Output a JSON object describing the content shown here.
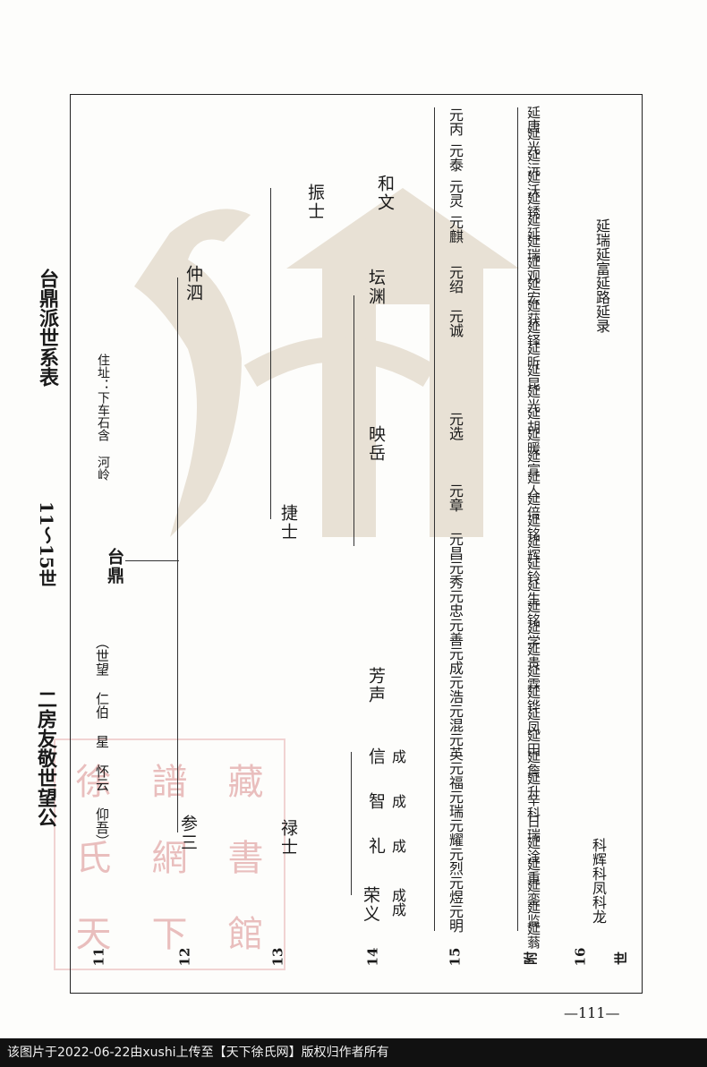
{
  "header": {
    "left_title": "二房友敬世望公",
    "center_title": "11～15世",
    "right_title": "台鼎派世系表",
    "ancestor_line": "（世望 仁伯 星 怀云 仰吾）",
    "residence": "住址：下车石含 河岭"
  },
  "generation_labels": [
    "11",
    "12",
    "13",
    "14",
    "15",
    "附",
    "16",
    "世"
  ],
  "gen11": {
    "name": "台鼎"
  },
  "gen12": [
    "参三",
    "仲泗"
  ],
  "gen13": [
    "禄士",
    "捷士",
    "振士"
  ],
  "gen14": [
    "荣义",
    "礼",
    "智",
    "信",
    "芳声",
    "映岳",
    "坛渊",
    "和文"
  ],
  "gen14_sub": [
    "成成",
    "成",
    "成",
    "成"
  ],
  "gen15": [
    "元明",
    "元煜",
    "元烈",
    "元耀",
    "元瑞",
    "元福",
    "元英",
    "元混",
    "元浩",
    "元成",
    "元善",
    "元忠",
    "元秀",
    "元昌",
    "元章",
    "元选",
    "元诚",
    "元绍",
    "元麒",
    "元灵",
    "元泰",
    "元丙"
  ],
  "attached": [
    "延蓊",
    "延监",
    "延銮",
    "延重",
    "延淦",
    "日瑞",
    "辛科",
    "延升",
    "延詹",
    "延田",
    "延凤",
    "延铧",
    "延霖",
    "延贵",
    "延学",
    "延铭",
    "延生",
    "延铃",
    "延辉",
    "延铭",
    "延倍",
    "延亼",
    "延宣",
    "延暖",
    "延胡",
    "延光",
    "延昆",
    "延昕",
    "延铎",
    "延获",
    "延宏",
    "延观",
    "延瑞",
    "延延",
    "延锈",
    "延沃",
    "延沅",
    "延光",
    "延唐"
  ],
  "gen16": [
    "科龙",
    "科凤",
    "科辉",
    "延录",
    "延路",
    "延富",
    "延瑞"
  ],
  "page_number": "—111—",
  "footer": "该图片于2022-06-22由xushi上传至【天下徐氏网】版权归作者所有"
}
